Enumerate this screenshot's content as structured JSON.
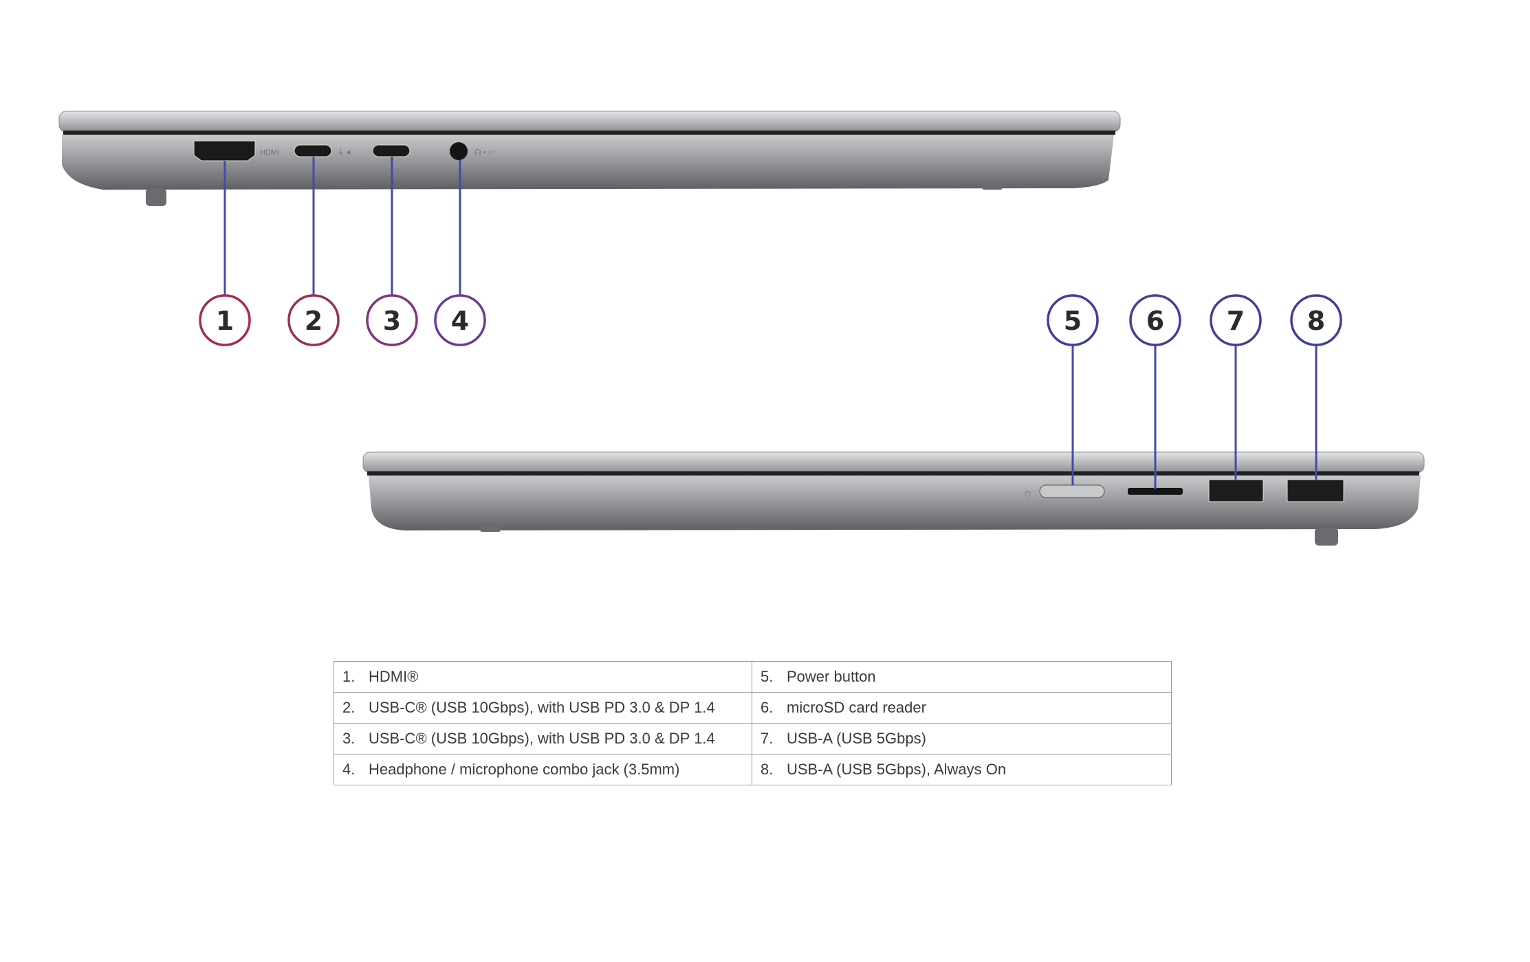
{
  "diagram": {
    "left_side": {
      "port_label_hdmi": "HDMI",
      "callouts": [
        "1",
        "2",
        "3",
        "4"
      ]
    },
    "right_side": {
      "callouts": [
        "5",
        "6",
        "7",
        "8"
      ]
    },
    "colors": {
      "callout_left": "#9a2f52",
      "callout_right": "#3f3f9c",
      "leader": "#4349ad",
      "chassis": "#6f7073"
    }
  },
  "table": {
    "rows": [
      {
        "left_num": "1.",
        "left": "HDMI®",
        "right_num": "5.",
        "right": "Power button"
      },
      {
        "left_num": "2.",
        "left": "USB-C® (USB 10Gbps), with USB PD 3.0 & DP 1.4",
        "right_num": "6.",
        "right": "microSD card reader"
      },
      {
        "left_num": "3.",
        "left": "USB-C® (USB 10Gbps), with USB PD 3.0 & DP 1.4",
        "right_num": "7.",
        "right": "USB-A (USB 5Gbps)"
      },
      {
        "left_num": "4.",
        "left": "Headphone / microphone combo jack (3.5mm)",
        "right_num": "8.",
        "right": "USB-A (USB 5Gbps), Always On"
      }
    ]
  }
}
